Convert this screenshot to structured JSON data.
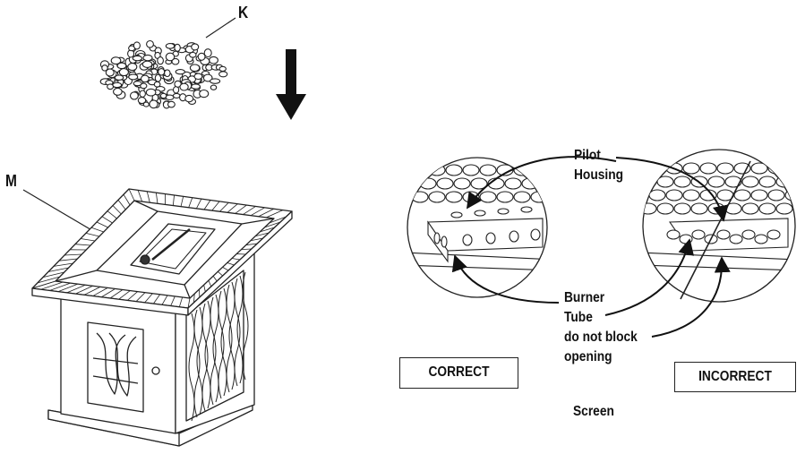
{
  "callouts": {
    "k": "K",
    "m": "M"
  },
  "detail_labels": {
    "pilot": "Pilot",
    "housing": "Housing",
    "burner": "Burner",
    "tube": "Tube",
    "do_not_block_1": "do not block",
    "do_not_block_2": "opening",
    "screen": "Screen"
  },
  "status_boxes": {
    "correct": "CORRECT",
    "incorrect": "INCORRECT"
  },
  "colors": {
    "line": "#222222",
    "background": "#ffffff"
  }
}
